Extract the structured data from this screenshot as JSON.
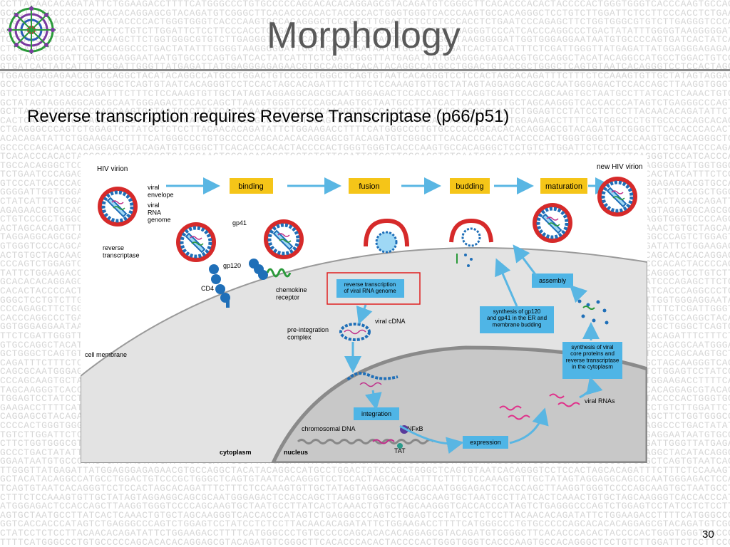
{
  "slide": {
    "title": "Morphology",
    "subtitle": "Reverse transcription requires Reverse Transcriptase (p66/p51)",
    "page_number": "30"
  },
  "background": {
    "dna_text": "CCTTACAACACAGATATTCTGGAAGACCTTTTCATGGGCCCTGTGCCCCCAGCACACACAGGAGCGTACAGATGTCGGGCTTCACACCCACACTACCCCACTGGGTGGGTCACCCAAGTGCCACAGGGCTCCTGTCTTGGATTCTCCTTCCCACCTCTGAATCCCAGAGCTTCTGGTGGGCGTGTCTTGAGGGTCCCATCACCCAGGCCCTGACTATATTTGGGGTAAGGGGGATTGGTGGGAGGAATAATGTGCCCCAGTGATCACTATCATTTCTCGATTGGGTTATGAGATTATGGAGGGAGAGAACGTGCCAGGCTACATACAGGCCATGCCTGGACTGTCCCGCTGGGCTCAGTGTAATCACAGGGTCCTCCACTAGCACAGATTTCTTTCTCCAAAGTGTTGCTATAGTAGGAGGCAGCGCAATGGGAGACTCCACCAGCTTAAGGTGGGTCCCCAGCAAGTGCTAATGCCTTATCACTCAAACTGTGCTAGCAAGGGTCACCACCCATAGTCTGAGGGCCCAGTCTGGAGTCCTATCCTCT"
  },
  "logo_icon": "virus-logo-icon",
  "colors": {
    "accent_rule": "#8a8a8a",
    "label_box": "#f5c518",
    "info_box": "#4fb5e6",
    "arrow": "#59b6e3",
    "virion_red": "#d62a2a",
    "virion_blue": "#1f6fb8",
    "highlight_rect": "#e02020"
  },
  "diagram": {
    "stages": [
      "binding",
      "fusion",
      "budding",
      "maturation"
    ],
    "labels": {
      "hiv_virion": "HIV virion",
      "new_hiv_virion": "new HIV virion",
      "viral_envelope": "viral\nenvelope",
      "viral_rna_genome": "viral\nRNA\ngenome",
      "gp41": "gp41",
      "gp120": "gp120",
      "reverse_transcriptase": "reverse\ntranscriptase",
      "cd4": "CD4",
      "chemokine_receptor": "chemokine\nreceptor",
      "viral_cdna": "viral cDNA",
      "pre_integration_complex": "pre-integration\ncomplex",
      "cell_membrane": "cell membrane",
      "chromosomal_dna": "chromosomal DNA",
      "nfkb": "NFκB",
      "tat": "TAT",
      "cytoplasm": "cytoplasm",
      "nucleus": "nucleus",
      "viral_rnas": "viral RNAs"
    },
    "boxes": {
      "reverse_transcription": "reverse transcription\nof viral RNA genome",
      "integration": "integration",
      "expression": "expression",
      "assembly": "assembly",
      "synthesis_gp": "synthesis of gp120\nand gp41 in the ER and\nmembrane budding",
      "synthesis_core": "synthesis of viral\ncore proteins and\nreverse transcriptase\nin the cytoplasm"
    }
  }
}
